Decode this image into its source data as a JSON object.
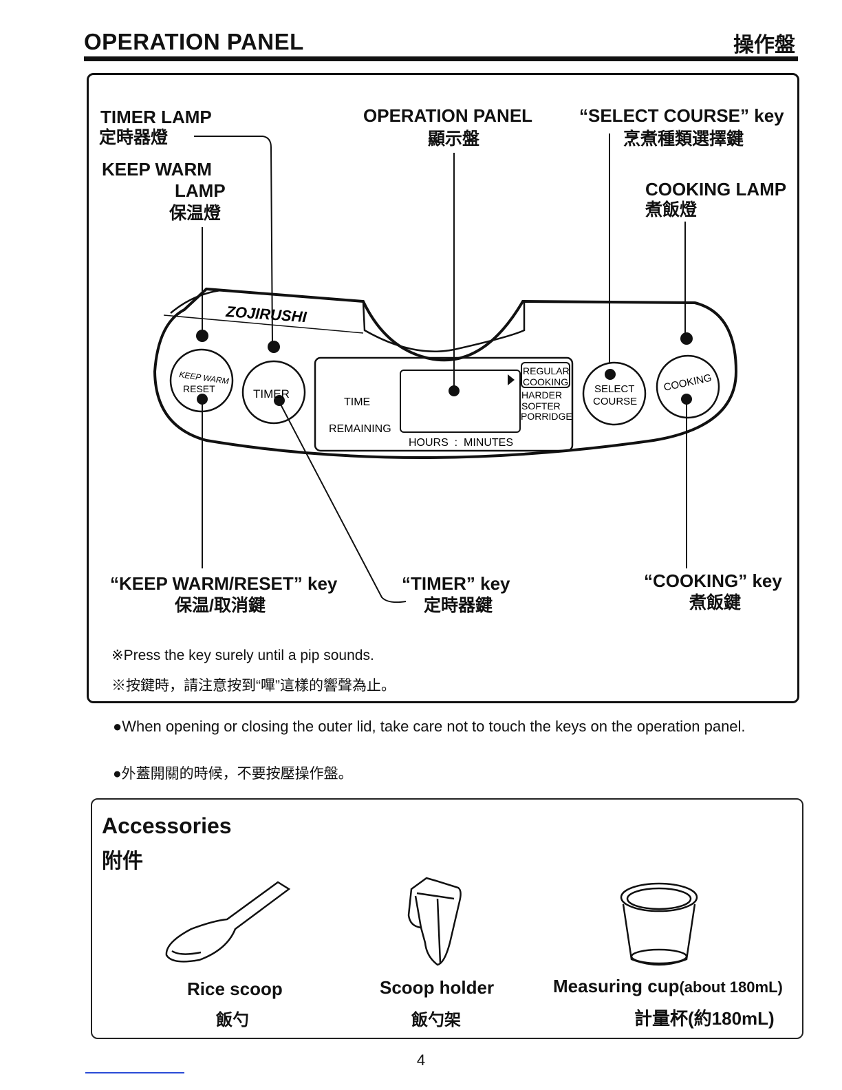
{
  "header": {
    "title": "OPERATION PANEL",
    "title_cjk": "操作盤"
  },
  "labels": {
    "timer_lamp": "TIMER LAMP",
    "timer_lamp_cjk": "定時器燈",
    "keep_warm_lamp_1": "KEEP WARM",
    "keep_warm_lamp_2": "LAMP",
    "keep_warm_lamp_cjk": "保温燈",
    "operation_panel": "OPERATION PANEL",
    "operation_panel_cjk": "顯示盤",
    "select_course_key": "“SELECT COURSE” key",
    "select_course_key_cjk": "烹煮種類選擇鍵",
    "cooking_lamp": "COOKING LAMP",
    "cooking_lamp_cjk": "煮飯燈",
    "keep_warm_reset_key": "“KEEP WARM/RESET” key",
    "keep_warm_reset_key_cjk": "保温/取消鍵",
    "timer_key": "“TIMER” key",
    "timer_key_cjk": "定時器鍵",
    "cooking_key": "“COOKING” key",
    "cooking_key_cjk": "煮飯鍵"
  },
  "panel": {
    "brand": "ZOJIRUSHI",
    "keep_warm_btn_1": "KEEP WARM",
    "keep_warm_btn_2": "RESET",
    "timer_btn": "TIMER",
    "time": "TIME",
    "remaining": "REMAINING",
    "hours_minutes": "HOURS  :  MINUTES",
    "courses": [
      "REGULAR",
      "COOKING",
      "HARDER",
      "SOFTER",
      "PORRIDGE"
    ],
    "select_btn_1": "SELECT",
    "select_btn_2": "COURSE",
    "cooking_btn": "COOKING"
  },
  "notes": {
    "press_en": "※Press the key surely until a pip sounds.",
    "press_cjk": "※按鍵時，請注意按到“嗶”這樣的響聲為止。",
    "lid_en": "●When opening or closing the outer lid, take care not to touch the keys on the operation panel.",
    "lid_cjk": "●外蓋開關的時候，不要按壓操作盤。"
  },
  "accessories": {
    "title": "Accessories",
    "title_cjk": "附件",
    "rice_scoop": "Rice scoop",
    "rice_scoop_cjk": "飯勺",
    "scoop_holder": "Scoop holder",
    "scoop_holder_cjk": "飯勺架",
    "measuring_cup": "Measuring cup",
    "measuring_cup_note": "(about 180mL)",
    "measuring_cup_cjk": "計量杯(約180mL)"
  },
  "page_number": "4"
}
